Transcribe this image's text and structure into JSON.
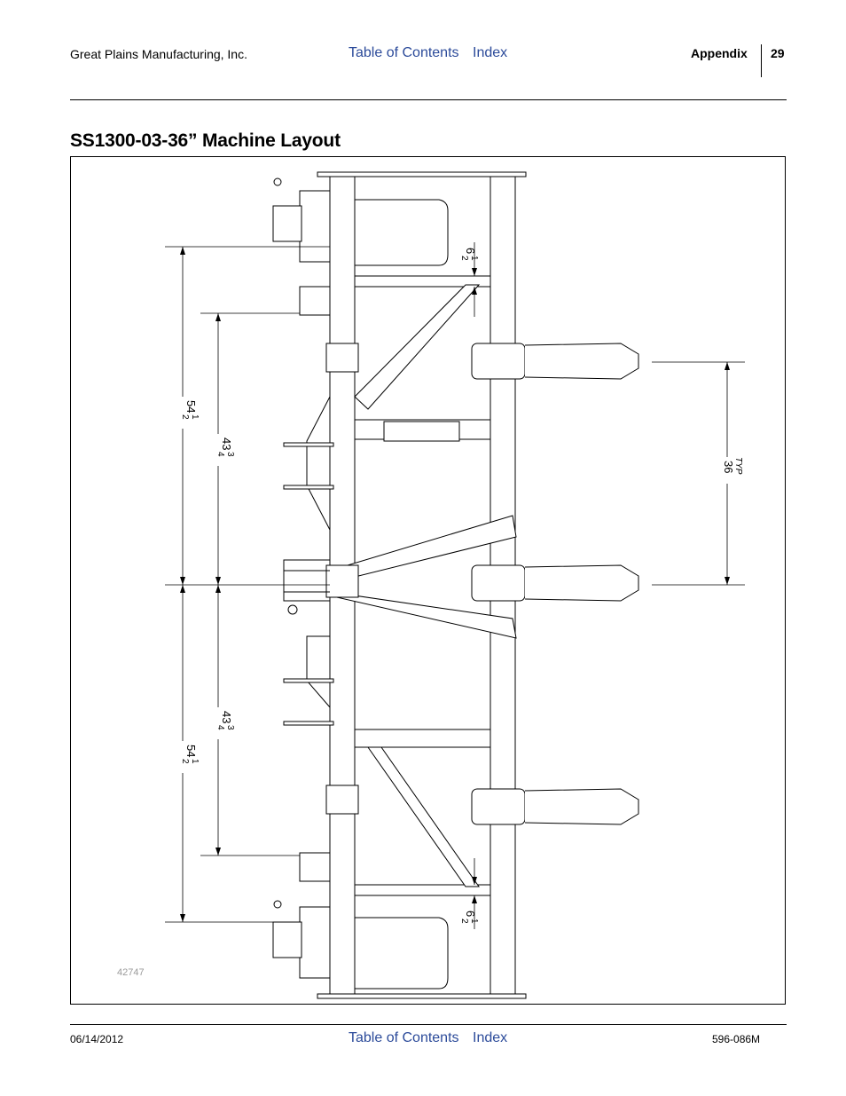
{
  "header": {
    "company": "Great Plains Manufacturing, Inc.",
    "toc_link": "Table of Contents",
    "index_link": "Index",
    "section": "Appendix",
    "page_number": "29"
  },
  "title": "SS1300-03-36” Machine Layout",
  "figure": {
    "figure_id": "42747",
    "dimensions": {
      "d54_whole": "54",
      "d54_num": "1",
      "d54_den": "2",
      "d43_whole": "43",
      "d43_num": "3",
      "d43_den": "4",
      "d6_whole": "6",
      "d6_num": "1",
      "d6_den": "2",
      "d36": "36",
      "typ": "TYP"
    }
  },
  "footer": {
    "date": "06/14/2012",
    "toc_link": "Table of Contents",
    "index_link": "Index",
    "doc_number": "596-086M"
  }
}
